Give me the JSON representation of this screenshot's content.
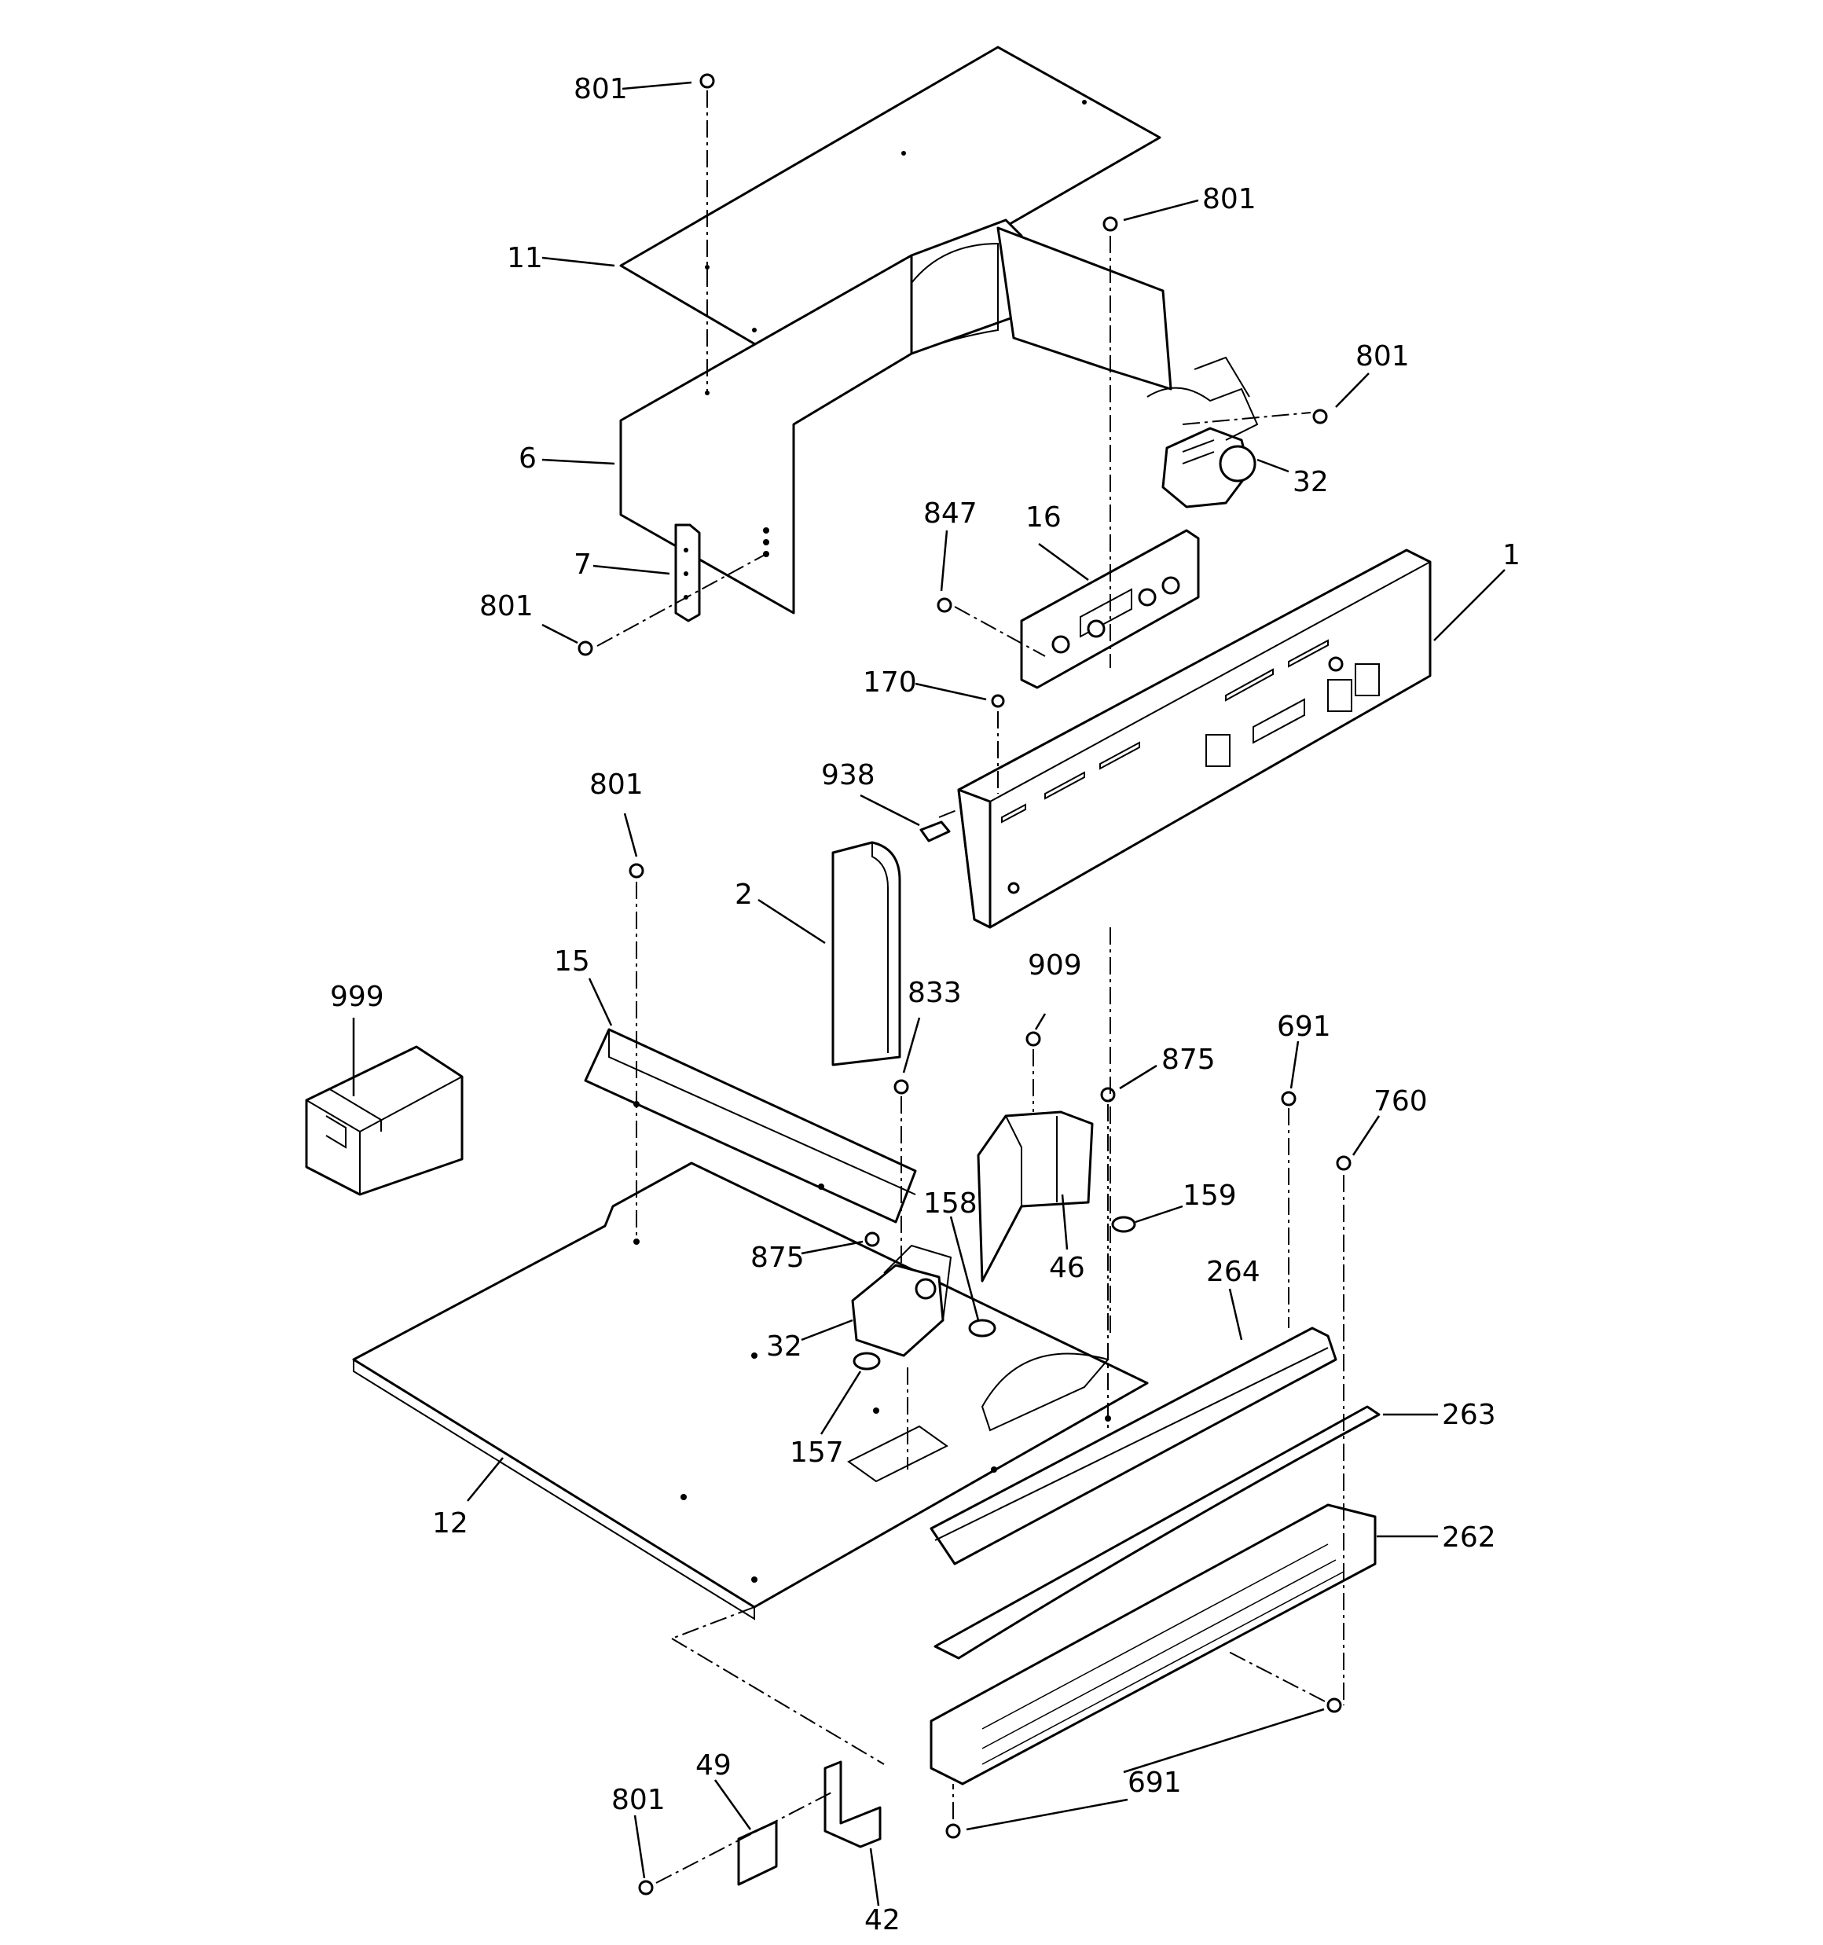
{
  "diagram": {
    "callouts": {
      "c801_top": "801",
      "c11": "11",
      "c801_upper_right": "801",
      "c801_fan": "801",
      "c6": "6",
      "c32_fan": "32",
      "c847": "847",
      "c16": "16",
      "c7": "7",
      "c1": "1",
      "c801_left": "801",
      "c170": "170",
      "c938": "938",
      "c801_mid": "801",
      "c2": "2",
      "c15": "15",
      "c999": "999",
      "c833": "833",
      "c909": "909",
      "c875_right": "875",
      "c691_top": "691",
      "c760": "760",
      "c158": "158",
      "c159": "159",
      "c875_left": "875",
      "c46": "46",
      "c264": "264",
      "c32_motor": "32",
      "c263": "263",
      "c157": "157",
      "c12": "12",
      "c262": "262",
      "c691_bottom": "691",
      "c49": "49",
      "c801_bottom": "801",
      "c42": "42"
    }
  }
}
